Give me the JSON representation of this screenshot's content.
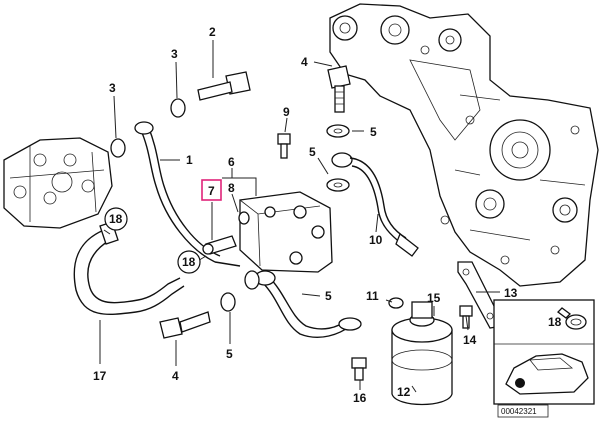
{
  "diagram": {
    "reference_code": "00042321",
    "highlighted_callout": "7",
    "callouts": {
      "c1": "1",
      "c2": "2",
      "c3a": "3",
      "c3b": "3",
      "c4a": "4",
      "c4b": "4",
      "c5a": "5",
      "c5b": "5",
      "c5c": "5",
      "c5d": "5",
      "c6": "6",
      "c7": "7",
      "c8": "8",
      "c9": "9",
      "c10": "10",
      "c11": "11",
      "c12": "12",
      "c13": "13",
      "c14": "14",
      "c15": "15",
      "c16": "16",
      "c17": "17",
      "c18a": "18",
      "c18b": "18",
      "c18c": "18"
    },
    "colors": {
      "highlight": "#e0237a",
      "ink": "#111111"
    }
  }
}
